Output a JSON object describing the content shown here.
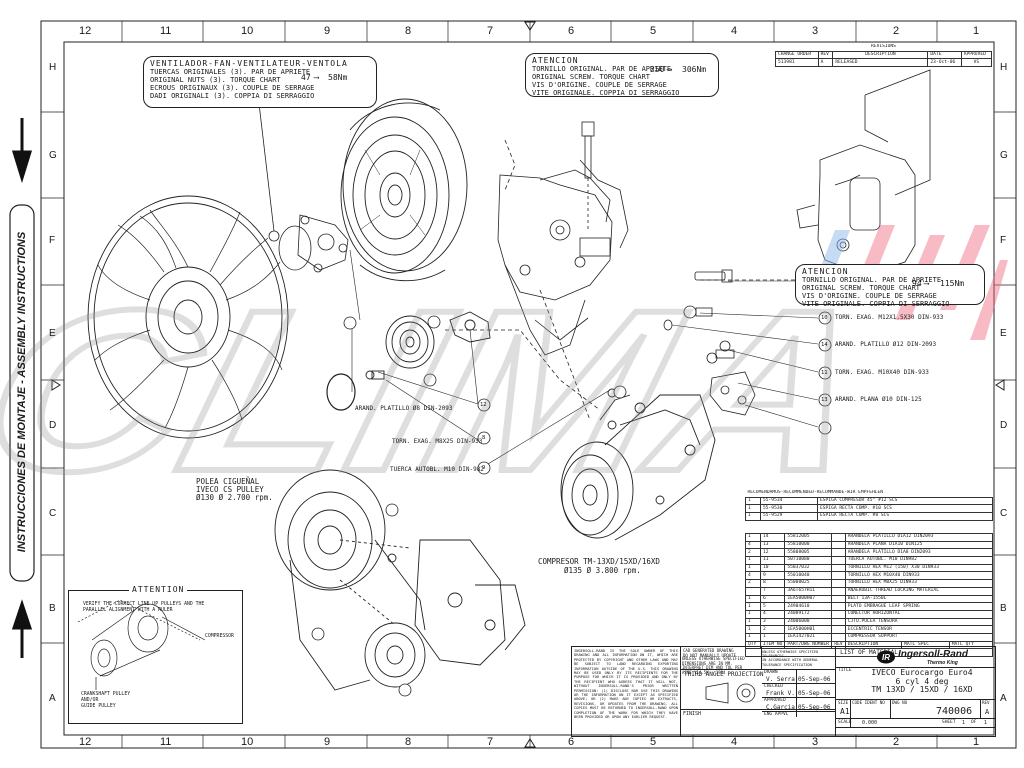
{
  "border": {
    "columns": [
      "12",
      "11",
      "10",
      "9",
      "8",
      "7",
      "6",
      "5",
      "4",
      "3",
      "2",
      "1"
    ],
    "rows": [
      "H",
      "G",
      "F",
      "E",
      "D",
      "C",
      "B",
      "A"
    ]
  },
  "side_label": "INSTRUCCIONES DE MONTAJE - ASSEMBLY INSTRUCTIONS",
  "watermark": "CLIMA",
  "revisions": {
    "title": "REVISIONS",
    "headers": [
      "CHANGE ORDER",
      "REV",
      "DESCRIPTION",
      "DATE",
      "APPROVED"
    ],
    "row": [
      "513981",
      "A",
      "RELEASED",
      "23-Oct-06",
      "VS"
    ]
  },
  "notes": {
    "fan": {
      "title": "VENTILADOR-FAN-VENTILATEUR-VENTOLA",
      "lines": [
        "TUERCAS ORIGINALES (3). PAR DE APRIETE",
        "ORIGINAL NUTS (3). TORQUE CHART",
        "ECROUS ORIGINAUX (3). COUPLE DE SERRAGE",
        "DADI ORIGINALI (3). COPPIA DI SERRAGGIO"
      ],
      "torque_from": "47",
      "torque_to": "58Nm"
    },
    "top": {
      "title": "ATENCION",
      "lines": [
        "TORNILLO ORIGINAL. PAR DE APRIETE",
        "ORIGINAL SCREW. TORQUE CHART",
        "VIS D'ORIGINE. COUPLE DE SERRAGE",
        "VITE ORIGINALE. COPPIA DI SERRAGGIO"
      ],
      "torque_from": "250",
      "torque_to": "306Nm"
    },
    "right": {
      "title": "ATENCION",
      "lines": [
        "TORNILLO ORIGINAL. PAR DE APRIETE",
        "ORIGINAL SCREW. TORQUE CHART",
        "VIS D'ORIGINE. COUPLE DE SERRAGE",
        "VITE ORIGINALE. COPPIA DI SERRAGGIO"
      ],
      "torque_from": "94",
      "torque_to": "115Nm"
    },
    "attention": {
      "title": "ATTENTION",
      "lines": [
        "VERIFY THE CORRECT LINE UP PULLEYS AND THE",
        "PARALLEL ALIGNMENT WITH A RULER"
      ],
      "compressor": "COMPRESSOR",
      "crank": [
        "CRANKSHAFT PULLEY",
        "AND/OR",
        "GUIDE PULLEY"
      ]
    }
  },
  "callouts": {
    "c10": {
      "num": "10",
      "text": "TORN. EXAG. M12X1.5X30 DIN-933"
    },
    "c14": {
      "num": "14",
      "text": "ARAND. PLATILLO Ø12 DIN-2093"
    },
    "c11": {
      "num": "11",
      "text": "TORN. EXAG. M10X40 DIN-933"
    },
    "c13": {
      "num": "13",
      "text": "ARAND. PLANA Ø10 DIN-125"
    },
    "c12": {
      "num": "12",
      "text": "ARAND. PLATILLO Ø8 DIN-2093"
    },
    "c8": {
      "num": "8",
      "text": "TORN. EXAG. M8X25 DIN-933"
    },
    "c9": {
      "num": "9",
      "text": "TUERCA AUTOBL. M10 DIN-982"
    }
  },
  "labels": {
    "pulley": [
      "POLEA CIGUEÑAL",
      "IVECO CS PULLEY",
      "Ø130 Ø 2.700 rpm."
    ],
    "compressor": [
      "COMPRESOR TM-13XD/15XD/16XD",
      "Ø135 Ø 3.800 rpm."
    ]
  },
  "recommended": {
    "title": "RECOMENDAMOS-RECOMMENDED-RECOMMANDE-WIR EMPFEHLEN",
    "rows": [
      [
        "1",
        "55-9534",
        "ESPIGA COMPRESOR 45° #12 SCS"
      ],
      [
        "1",
        "55-9530",
        "ESPIGA RECTA COMP. #10 SCS"
      ],
      [
        "1",
        "55-9529",
        "ESPIGA RECTA COMP. #8 SCS"
      ]
    ]
  },
  "bom": {
    "title": "LIST OF MATERIAL",
    "headers": [
      "QTY",
      "ITEM NO",
      "PART/DWG NUMBER",
      "REV",
      "DESCRIPTION",
      "MATL SPEC",
      "MATL QTY"
    ],
    "rows": [
      [
        "1",
        "14",
        "55812005",
        "",
        "ARANDELA PLATILLO D1A12 DIN2093"
      ],
      [
        "4",
        "13",
        "55810000",
        "",
        "ARANDELA PLANA D1A10 DIN125"
      ],
      [
        "2",
        "12",
        "55808005",
        "",
        "ARANDELA PLATILLO D1A8 DIN2093"
      ],
      [
        "1",
        "11",
        "50710080",
        "",
        "TUERCA AUTOBL. M10 DIN982"
      ],
      [
        "1",
        "10",
        "55037032",
        "",
        "TORNILLO HEX M12 (150) X30 DIN933"
      ],
      [
        "4",
        "9",
        "55010040",
        "",
        "TORNILLO HEX M10X40 DIN933"
      ],
      [
        "2",
        "8",
        "55008025",
        "",
        "TORNILLO HEX M8X25 DIN933"
      ],
      [
        "",
        "7",
        "3A6T657H11",
        "",
        "ANAEROBIC THREAD LOCKING MATERIAL"
      ],
      [
        "1",
        "6",
        "1EA5000H07",
        "",
        "BELT 13A-1550L"
      ],
      [
        "1",
        "5",
        "24904610",
        "",
        "PLATO EMBRAGUE LEAF SPRING"
      ],
      [
        "1",
        "4",
        "24089172",
        "",
        "CONECTOR HORIZONTAL"
      ],
      [
        "1",
        "3",
        "24006000",
        "",
        "CJTO.POLEA TENSORA"
      ],
      [
        "1",
        "2",
        "1EA5000H01",
        "",
        "ECCENTRIC TENSOR"
      ],
      [
        "1",
        "1",
        "1EA1427021",
        "",
        "COMPRESSOR SUPPORT"
      ]
    ]
  },
  "title_block": {
    "disclaimer": "INGERSOLL-RAND IS THE SOLE OWNER OF THIS DRAWING AND ALL INFORMATION ON IT, WHICH ARE PROTECTED BY COPYRIGHT AND OTHER LAWS AND MAY BE SUBJECT TO LAND REGARDING EXPORTING INFORMATION OUTSIDE OF THE U.S. THIS DRAWING MAY BE USED ONLY BY ITS RECIPIENTS FOR THE PURPOSE FOR WHICH IT IS PROVIDED AND ONLY BY THE RECIPIENT WHO AGREES THAT IT WILL NOT, WITHOUT INGERSOLL-RAND'S PRIOR WRITTEN PERMISSION: (1) DISCLOSE NOR USE THIS DRAWING OR THE INFORMATION ON IT EXCEPT AS SPECIFIED ABOVE; OR (2) MAKE ANY COPIES OR EXTRACTS, REVISIONS, OR UPDATES FROM THE DRAWING. ALL COPIES MUST BE RETURNED TO INGERSOLL-RAND UPON COMPLETION OF THE WORK FOR WHICH THEY HAVE BEEN PROVIDED OR UPON ANY EARLIER REQUEST.",
    "cad": [
      "CAD GENERATED DRAWING",
      "DO NOT MANUALLY UPDATE"
    ],
    "unless": [
      "UNLESS OTHERWISE SPECIFIED",
      "DIMENSIONS ARE IN MM.",
      "INTERPRET DIM AND TOL PER",
      "ASME Y14.5M - 1994"
    ],
    "unless2": [
      "UNLESS OTHERWISE SPECIFIED TOLERANCES",
      "IN ACCORDANCE WITH GENERAL",
      "TOLERANCE SPECIFICATION"
    ],
    "projection": "THIRD ANGLE PROJECTION",
    "finish": "FINISH",
    "drawn_label": "DRAWN",
    "drawn_by": "V. Serra",
    "drawn_date": "05-Sep-06",
    "checked_label": "CHECKED",
    "checked_by": "Frank V.",
    "checked_date": "05-Sep-06",
    "approved_label": "APPROVED",
    "approved_by": "C.Garcia",
    "approved_date": "05-Sep-06",
    "eng_label": "ENG APPVL",
    "logo": "Ingersoll-Rand",
    "logo_sub": "Thermo King",
    "title_label": "TITLE",
    "title_lines": [
      "IVECO Eurocargo Euro4",
      "6 cyl 4 deg",
      "TM 13XD / 15XD / 16XD"
    ],
    "size_label": "SIZE",
    "size": "A1",
    "code_label": "CODE IDENT NO",
    "dwg_label": "DWG NO",
    "dwg_no": "740006",
    "rev_label": "REV",
    "rev": "A",
    "scale_label": "SCALE",
    "scale": "0.000",
    "sheet_label": "SHEET",
    "sheet": "1",
    "of_label": "OF",
    "of": "1"
  },
  "colors": {
    "line": "#1a1a1a",
    "watermark": "#b9b9b9",
    "accent_red": "#f06a80",
    "accent_blue": "#7fb3e8"
  }
}
